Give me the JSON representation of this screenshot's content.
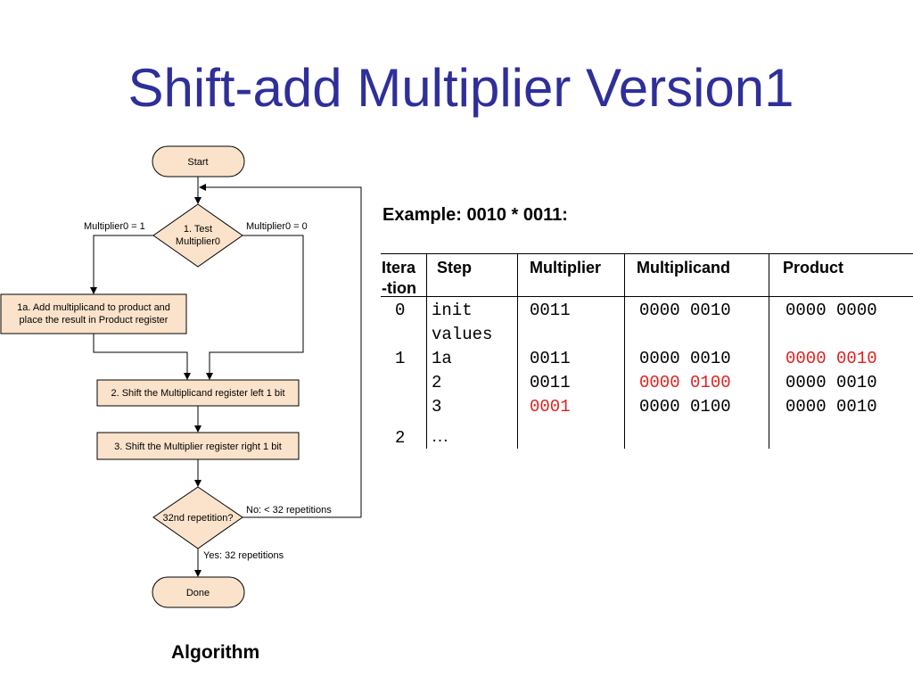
{
  "slide": {
    "title": "Shift-add Multiplier Version1",
    "caption": "Algorithm",
    "example": "Example: 0010 * 0011:"
  },
  "flowchart": {
    "start": "Start",
    "test_line1": "1. Test",
    "test_line2": "Multiplier0",
    "mult_eq1": "Multiplier0 = 1",
    "mult_eq0": "Multiplier0 = 0",
    "add_line1": "1a. Add multiplicand to product and",
    "add_line2": "place the result in Product register",
    "shift_left": "2. Shift the Multiplicand register left 1 bit",
    "shift_right": "3. Shift the Multiplier register right 1 bit",
    "repeat_q": "32nd repetition?",
    "no_label": "No:  < 32 repetitions",
    "yes_label": "Yes:  32 repetitions",
    "done": "Done"
  },
  "table": {
    "headers": {
      "iteration_1": "Itera",
      "iteration_2": "-tion",
      "step": "Step",
      "multiplier": "Multiplier",
      "multiplicand": "Multiplicand",
      "product": "Product"
    },
    "rows": [
      {
        "iteration": "0",
        "step": "init",
        "step2": "values",
        "multiplier": "0011",
        "multiplicand": "0000 0010",
        "product": "0000 0000"
      },
      {
        "iteration": "1",
        "step": "1a",
        "multiplier": "0011",
        "multiplicand": "0000 0010",
        "product": "0000 0010"
      },
      {
        "iteration": "",
        "step": "2",
        "multiplier": "0011",
        "multiplicand": "0000 0100",
        "product": "0000 0010"
      },
      {
        "iteration": "",
        "step": "3",
        "multiplier": "0001",
        "multiplicand": "0000 0100",
        "product": "0000 0010"
      },
      {
        "iteration": "2",
        "step": "…"
      }
    ]
  },
  "colors": {
    "title": "#2f2f9a",
    "box_fill": "#fbe3cb",
    "highlight": "#e02020"
  }
}
